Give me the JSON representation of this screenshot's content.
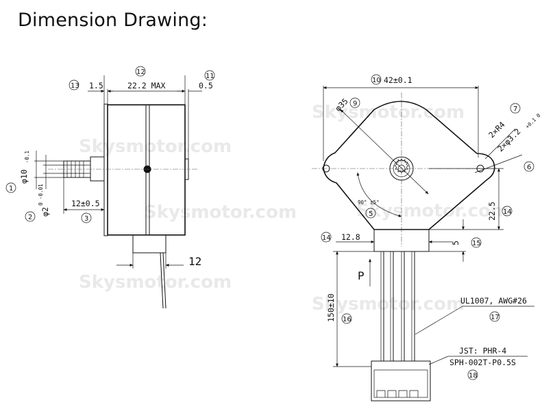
{
  "title": "Dimension Drawing:",
  "watermark": "Skysmotor.com",
  "side_view": {
    "dim_1_5": "1.5",
    "dim_22_2": "22.2  MAX",
    "dim_0_5": "0.5",
    "dim_shaft_dia": "φ10",
    "dim_shaft_tol": "-0.1",
    "dim_phi2": "φ2",
    "dim_phi2_tol": "0 -0.01",
    "dim_12_05": "12±0.5",
    "dim_12": "12",
    "callouts": [
      "13",
      "12",
      "11",
      "1",
      "2",
      "3"
    ]
  },
  "front_view": {
    "dim_42": "42±0.1",
    "dim_phi35": "φ35",
    "dim_r4": "2×R4",
    "dim_holes": "2×φ3.2",
    "dim_holes_tol": "+0.1 0",
    "dim_angle": "90° ±5°",
    "dim_22_5": "22.5",
    "dim_12_8": "12.8",
    "dim_5": "5",
    "dim_150": "150±10",
    "label_p": "P",
    "wire_spec": "UL1007, AWG#26",
    "connector_spec_1": "JST: PHR-4",
    "connector_spec_2": "SPH-002T-P0.5S",
    "callouts": [
      "10",
      "9",
      "7",
      "6",
      "5",
      "14",
      "14",
      "15",
      "16",
      "17",
      "18"
    ]
  }
}
